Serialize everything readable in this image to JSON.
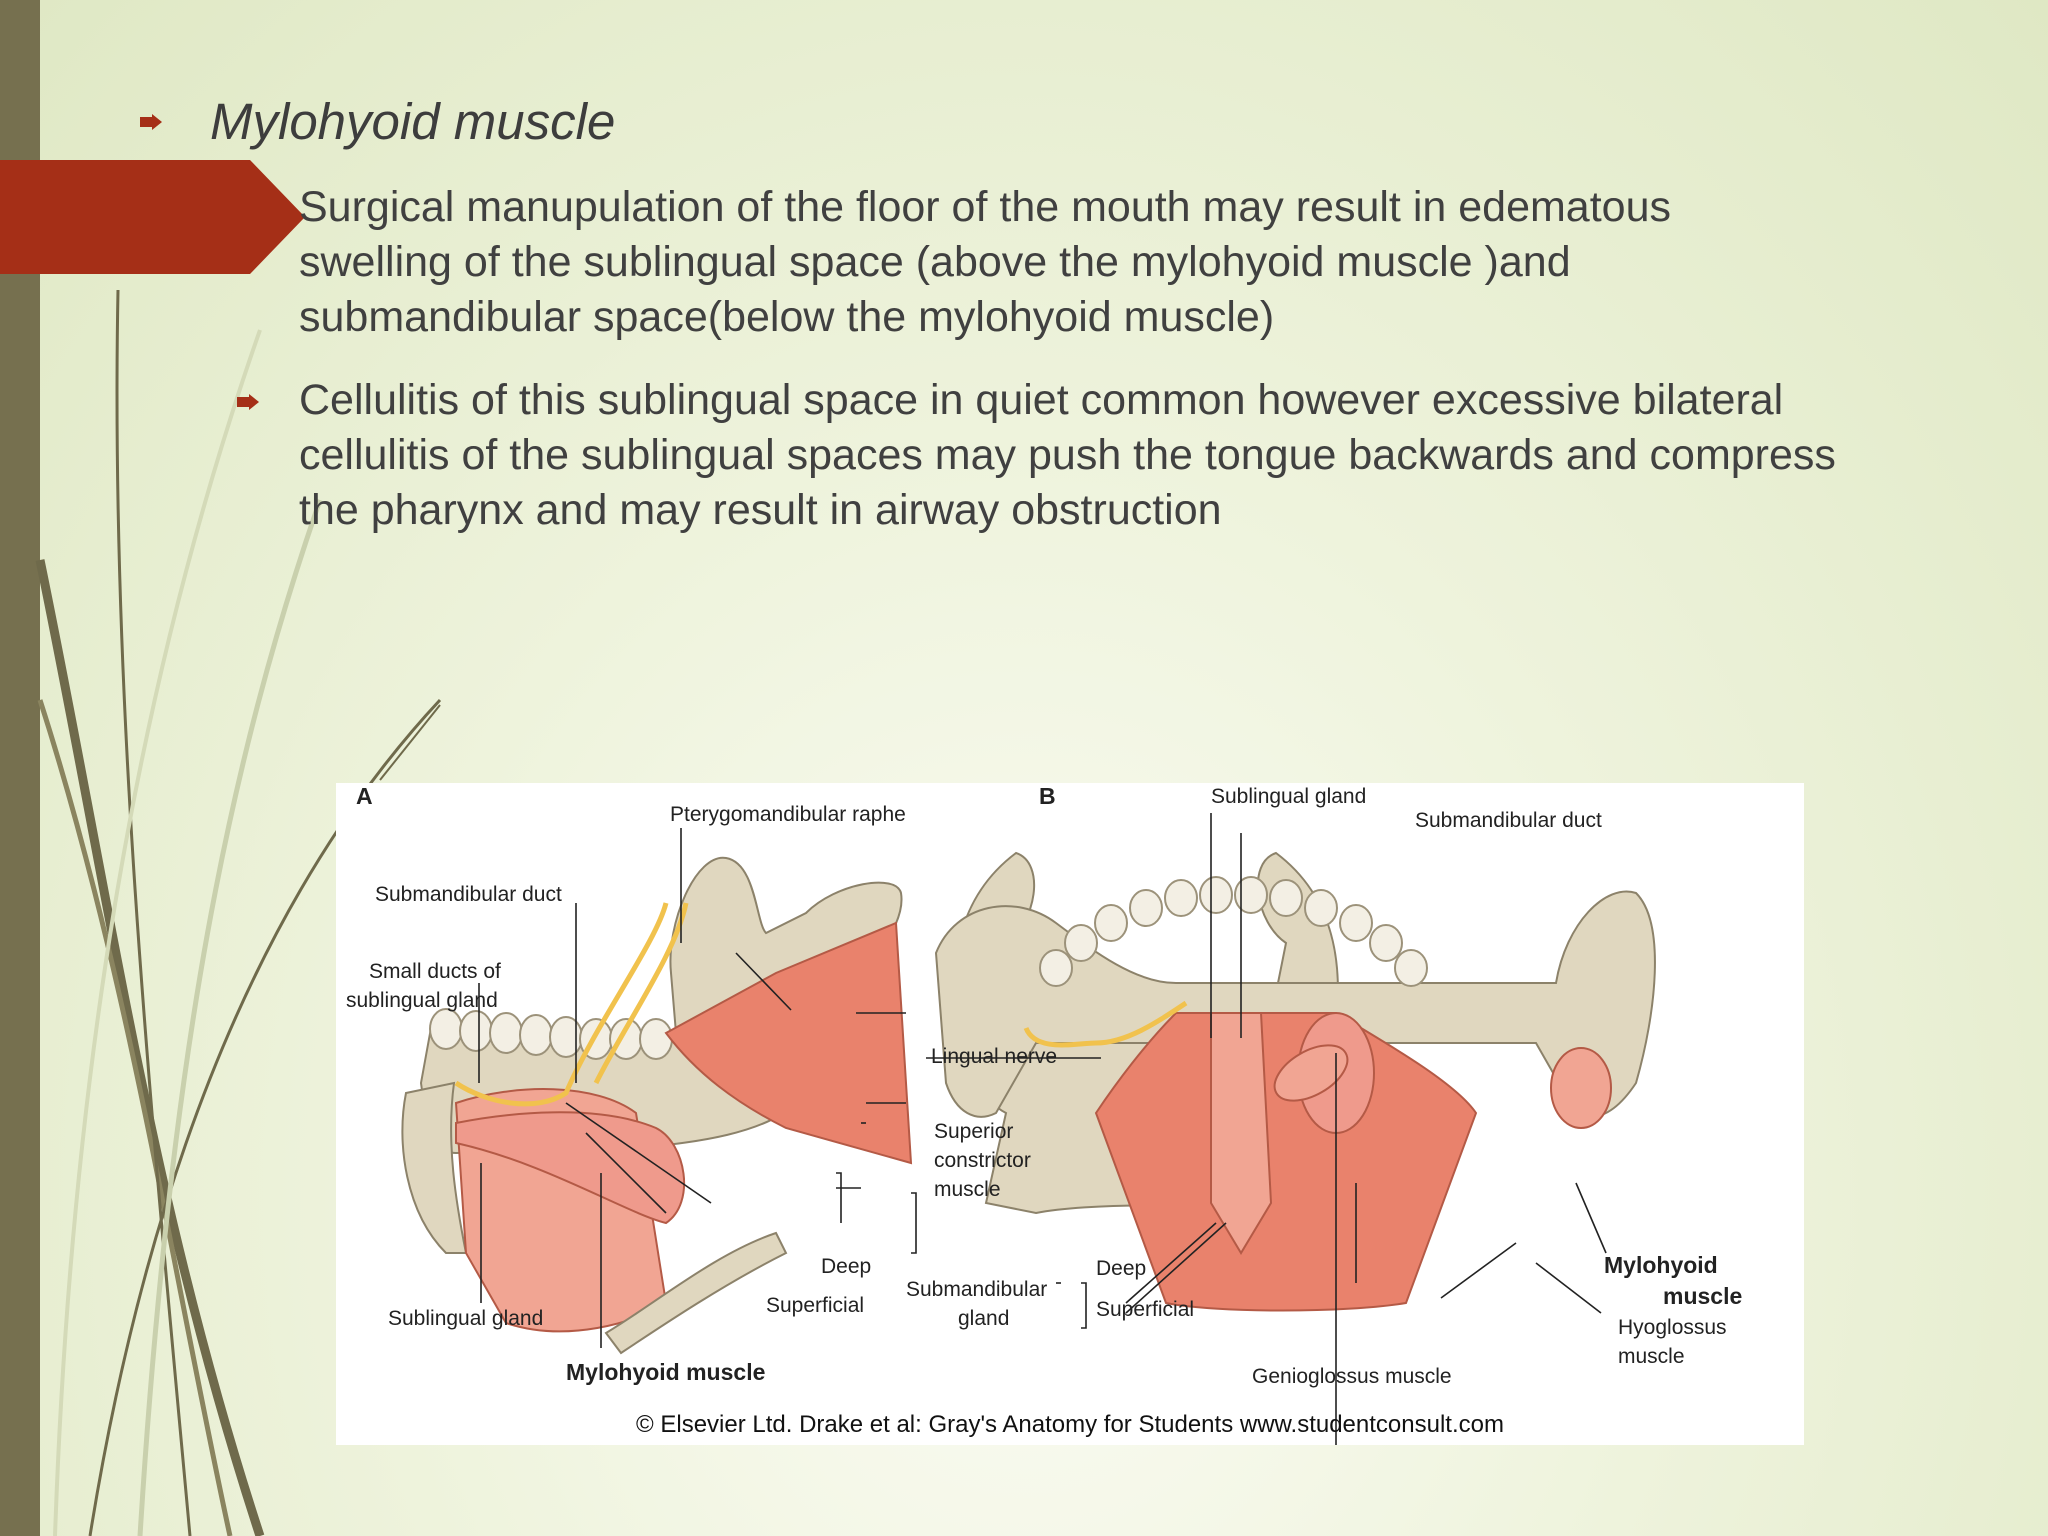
{
  "slide": {
    "heading": "Mylohyoid muscle",
    "paragraph1_lines": [
      "Surgical manupulation of the floor of the mouth may result in edematous",
      "swelling of the sublingual space (above the mylohyoid muscle )and",
      "submandibular space(below the mylohyoid muscle)"
    ],
    "paragraph2_lines": [
      "Cellulitis of this sublingual space in quiet common however excessive bilateral",
      "cellulitis of the sublingual spaces may push the tongue backwards and compress",
      "the pharynx and may result in airway obstruction"
    ]
  },
  "colors": {
    "sidebar": "#76704f",
    "accent": "#a52f17",
    "bullet": "#a52f17",
    "text": "#404040",
    "muscle": "#e9826c",
    "bone": "#e0d7bf",
    "nerve": "#f1c24d"
  },
  "figure": {
    "panel_a": {
      "letter": "A",
      "labels": {
        "pterygomandibular_raphe": "Pterygomandibular raphe",
        "submandibular_duct": "Submandibular duct",
        "small_ducts_1": "Small ducts of",
        "small_ducts_2": "sublingual gland",
        "sublingual_gland": "Sublingual gland",
        "mylohyoid": "Mylohyoid muscle",
        "deep": "Deep",
        "superficial": "Superficial"
      }
    },
    "middle": {
      "lingual_nerve": "Lingual nerve",
      "superior_1": "Superior",
      "superior_2": "constrictor",
      "superior_3": "muscle",
      "submandibular_1": "Submandibular",
      "submandibular_2": "gland"
    },
    "panel_b": {
      "letter": "B",
      "labels": {
        "sublingual_gland": "Sublingual gland",
        "submandibular_duct": "Submandibular duct",
        "deep": "Deep",
        "superficial": "Superficial",
        "mylohyoid_1": "Mylohyoid",
        "mylohyoid_2": "muscle",
        "hyoglossus_1": "Hyoglossus",
        "hyoglossus_2": "muscle",
        "genioglossus": "Genioglossus muscle"
      }
    },
    "copyright": "© Elsevier Ltd. Drake et al: Gray's Anatomy for Students www.studentconsult.com"
  }
}
